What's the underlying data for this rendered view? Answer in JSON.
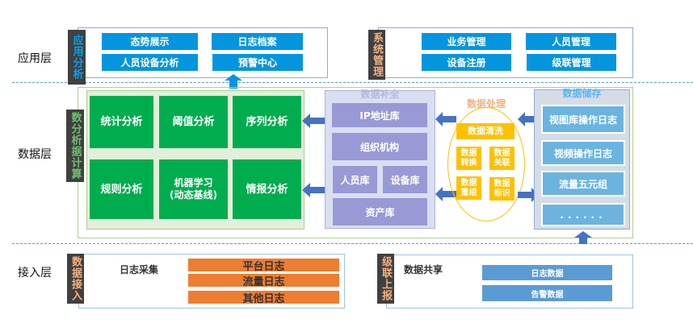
{
  "layers": {
    "app": "应用层",
    "data": "数据层",
    "access": "接入层"
  },
  "app_analysis": {
    "tag": "应用分析",
    "items": [
      "态势展示",
      "日志档案",
      "人员设备分析",
      "预警中心"
    ]
  },
  "system_mgmt": {
    "tag": "系统管理",
    "items": [
      "业务管理",
      "人员管理",
      "设备注册",
      "级联管理"
    ]
  },
  "data_compute": {
    "tag": "数分析据计算",
    "items": [
      "统计分析",
      "阈值分析",
      "序列分析",
      "规则分析",
      "机器学习\n(动态基线)",
      "情报分析"
    ]
  },
  "data_completion": {
    "title": "数据补全",
    "items": [
      "IP地址库",
      "组织机构",
      "人员库",
      "设备库",
      "资产库"
    ]
  },
  "data_processing": {
    "title": "数据处理",
    "items": [
      "数据清洗",
      "数据转换",
      "数据关联",
      "数据重组",
      "数据标识"
    ]
  },
  "data_storage": {
    "title": "数据储存",
    "items": [
      "视图库操作日志",
      "视频操作日志",
      "流量五元组",
      "......"
    ]
  },
  "data_access": {
    "tag": "数据接入",
    "label": "日志采集",
    "items": [
      "平台日志",
      "流量日志",
      "其他日志"
    ]
  },
  "cascade_report": {
    "tag": "级联上报",
    "label": "数据共享",
    "items": [
      "日志数据",
      "告警数据"
    ]
  },
  "colors": {
    "app_blue": "#0595DF",
    "compute_green": "#00AD4E",
    "completion_purple": "#9999D6",
    "processing_yellow": "#FFC000",
    "storage_blue": "#6CB4E0",
    "access_orange": "#ED7D31",
    "share_blue": "#5B9BD5"
  }
}
